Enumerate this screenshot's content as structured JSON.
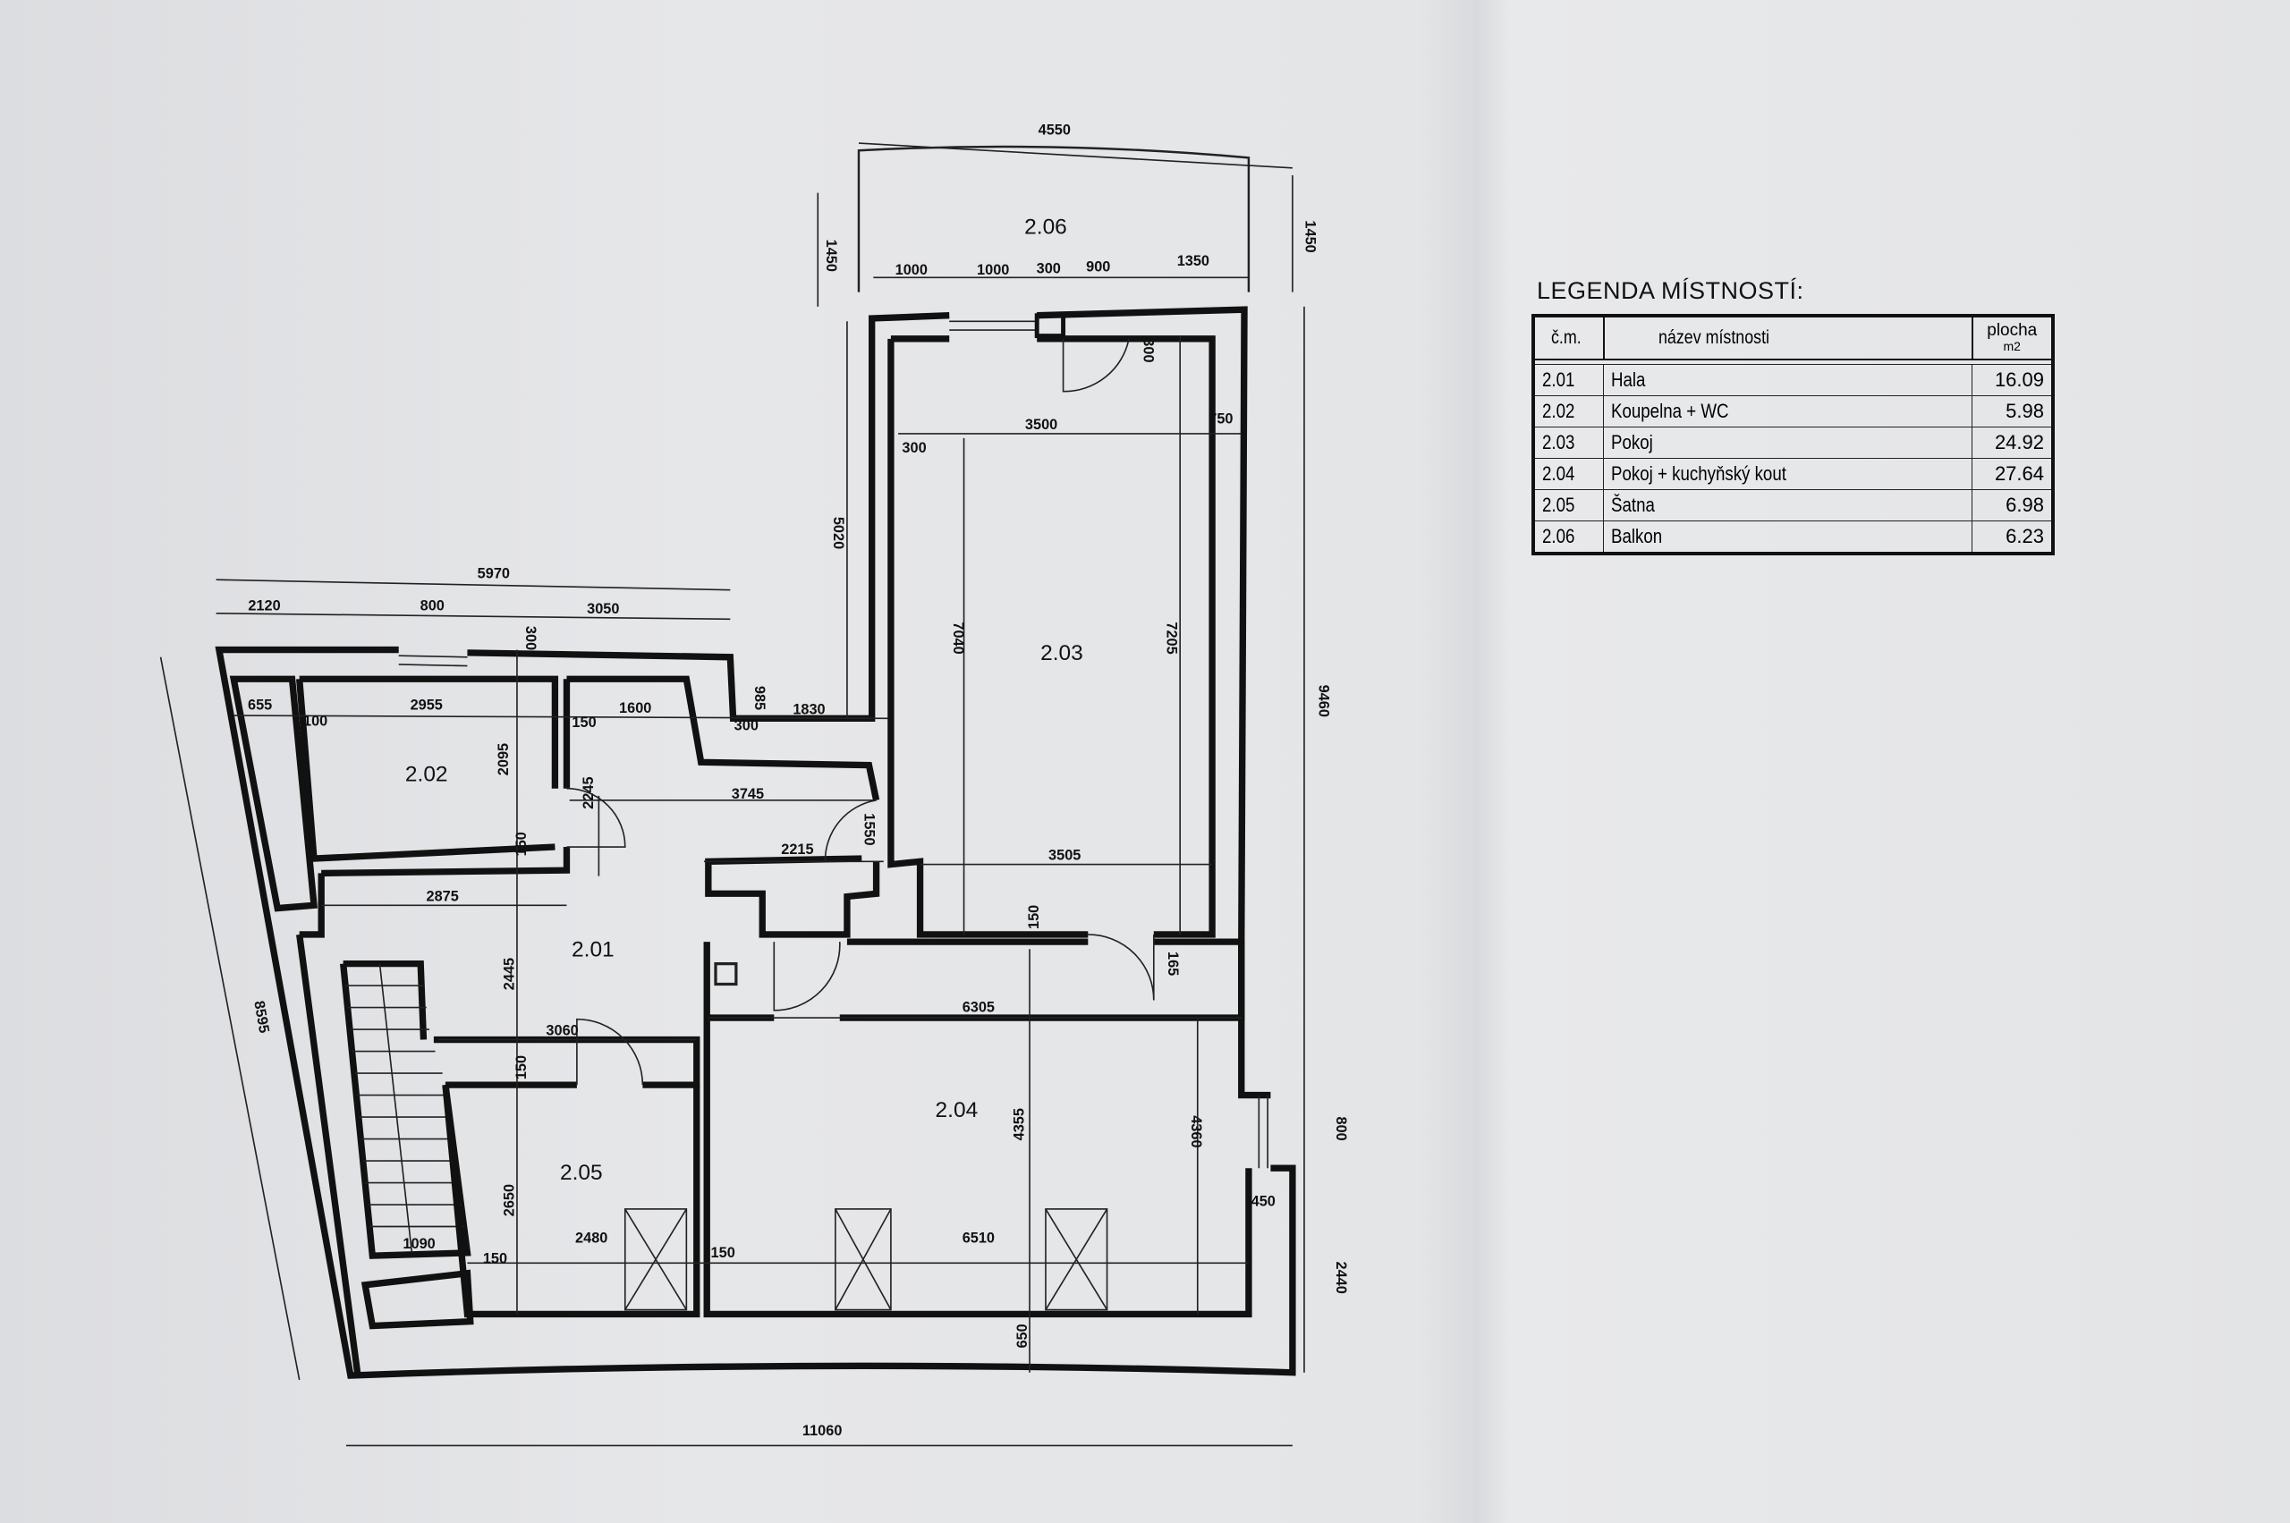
{
  "rooms_on_plan": [
    "2.06",
    "2.03",
    "2.02",
    "2.01",
    "2.04",
    "2.05"
  ],
  "dims": [
    "4550",
    "1450",
    "1450",
    "1000",
    "1000",
    "300",
    "900",
    "1350",
    "300",
    "750",
    "3500",
    "300",
    "5020",
    "7040",
    "7205",
    "9460",
    "5970",
    "2120",
    "800",
    "3050",
    "300",
    "985",
    "655",
    "100",
    "2955",
    "150",
    "1600",
    "300",
    "1830",
    "2095",
    "2245",
    "3745",
    "1550",
    "150",
    "2215",
    "3505",
    "2875",
    "150",
    "165",
    "2445",
    "6305",
    "3060",
    "150",
    "4355",
    "4360",
    "800",
    "8595",
    "450",
    "2650",
    "1090",
    "150",
    "2480",
    "6510",
    "150",
    "2440",
    "650",
    "11060"
  ],
  "legend": {
    "title": "LEGENDA MÍSTNOSTÍ:",
    "headers": {
      "number": "č.m.",
      "name": "název místnosti",
      "area": "plocha",
      "area_unit": "m2"
    },
    "rows": [
      {
        "number": "2.01",
        "name": "Hala",
        "area": "16.09"
      },
      {
        "number": "2.02",
        "name": "Koupelna + WC",
        "area": "5.98"
      },
      {
        "number": "2.03",
        "name": "Pokoj",
        "area": "24.92"
      },
      {
        "number": "2.04",
        "name": "Pokoj + kuchyňský kout",
        "area": "27.64"
      },
      {
        "number": "2.05",
        "name": "Šatna",
        "area": "6.98"
      },
      {
        "number": "2.06",
        "name": "Balkon",
        "area": "6.23"
      }
    ]
  }
}
